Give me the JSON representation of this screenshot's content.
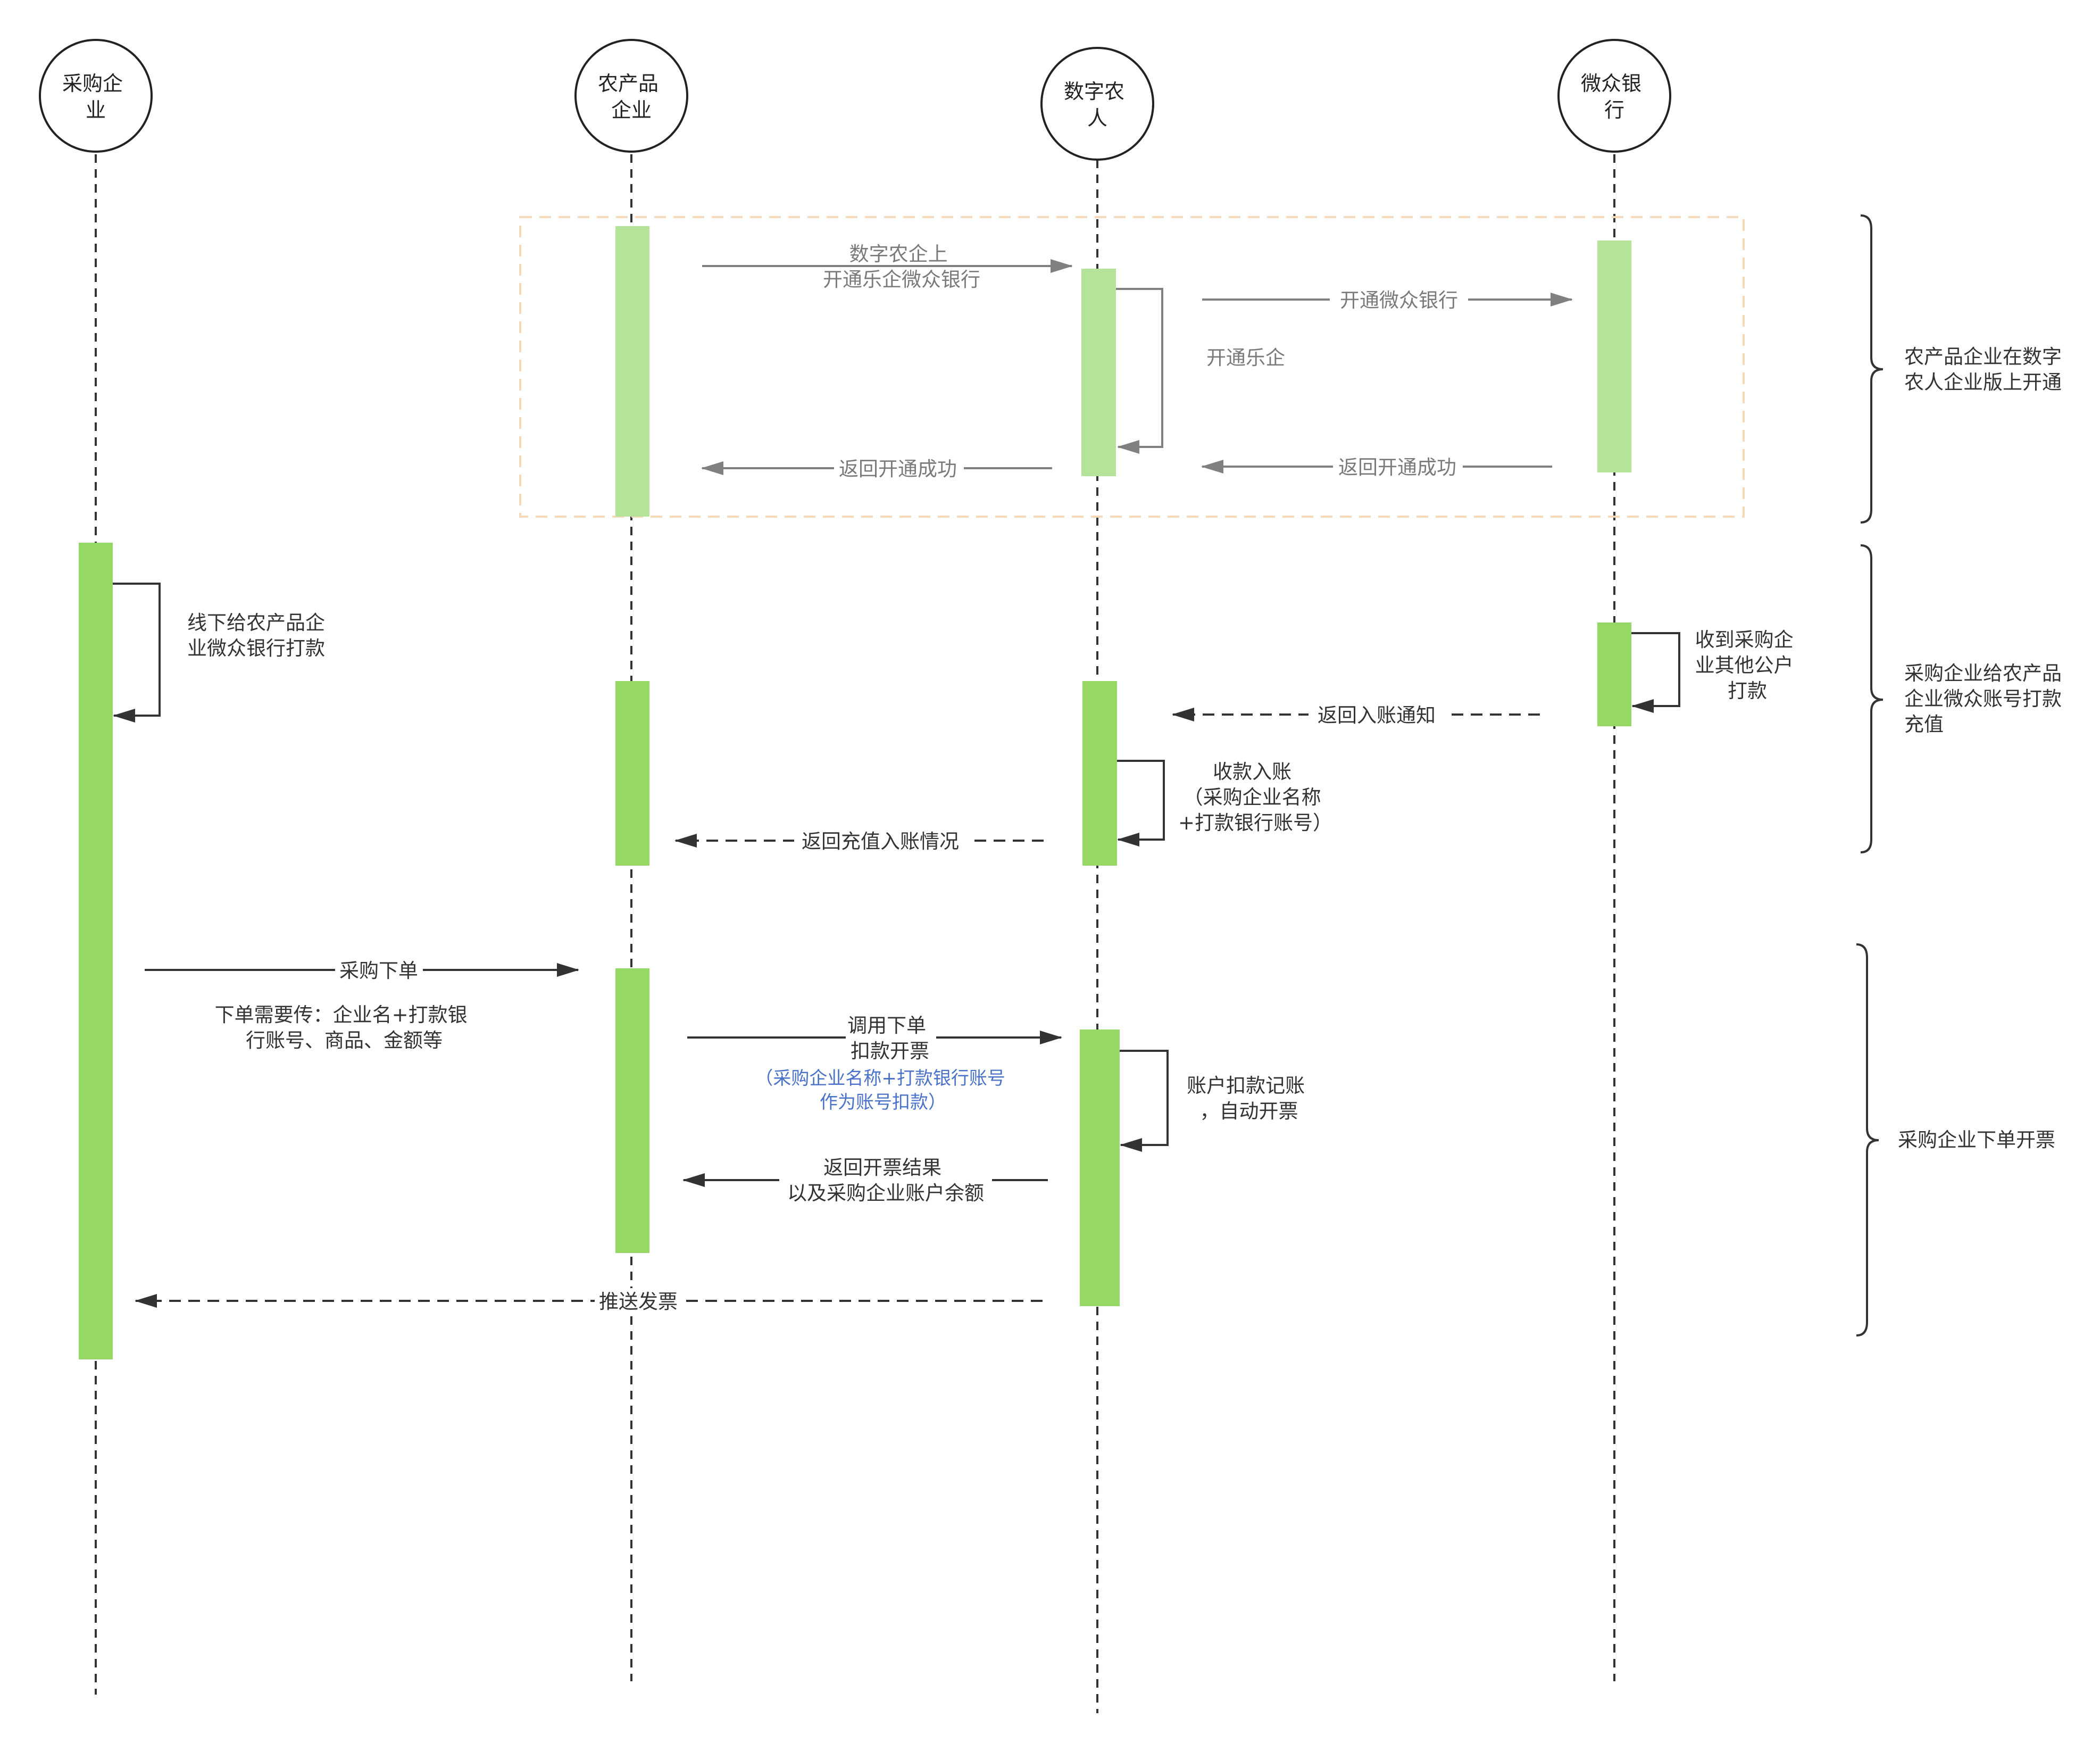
{
  "participants": [
    {
      "id": "buyer",
      "label_lines": [
        "采购企",
        "业"
      ]
    },
    {
      "id": "agri",
      "label_lines": [
        "农产品",
        "企业"
      ]
    },
    {
      "id": "digital",
      "label_lines": [
        "数字农",
        "人"
      ]
    },
    {
      "id": "bank",
      "label_lines": [
        "微众银",
        "行"
      ]
    }
  ],
  "messages": {
    "m1": {
      "lines": [
        "数字农企上",
        "开通乐企微众银行"
      ]
    },
    "m2": {
      "lines": [
        "开通微众银行"
      ]
    },
    "m3": {
      "lines": [
        "开通乐企"
      ]
    },
    "m4": {
      "lines": [
        "返回开通成功"
      ]
    },
    "m5": {
      "lines": [
        "返回开通成功"
      ]
    },
    "m6": {
      "lines": [
        "线下给农产品企",
        "业微众银行打款"
      ]
    },
    "m7": {
      "lines": [
        "收到采购企",
        "业其他公户",
        "打款"
      ]
    },
    "m8": {
      "lines": [
        "返回入账通知"
      ]
    },
    "m9": {
      "lines": [
        "收款入账",
        "（采购企业名称",
        "+打款银行账号）"
      ]
    },
    "m10": {
      "lines": [
        "返回充值入账情况"
      ]
    },
    "m11": {
      "lines": [
        "采购下单"
      ]
    },
    "m11_note": {
      "lines": [
        "下单需要传：企业名+打款银",
        "行账号、商品、金额等"
      ]
    },
    "m12": {
      "lines": [
        "调用下单",
        "扣款开票"
      ]
    },
    "m12_note": {
      "lines": [
        "（采购企业名称+打款银行账号",
        "作为账号扣款）"
      ]
    },
    "m13": {
      "lines": [
        "账户扣款记账",
        "，自动开票"
      ]
    },
    "m14": {
      "lines": [
        "返回开票结果",
        "以及采购企业账户余额"
      ]
    },
    "m15": {
      "lines": [
        "推送发票"
      ]
    }
  },
  "phases": [
    {
      "id": "phase1",
      "lines": [
        "农产品企业在数字",
        "农人企业版上开通"
      ]
    },
    {
      "id": "phase2",
      "lines": [
        "采购企业给农产品",
        "企业微众账号打款",
        "充值"
      ]
    },
    {
      "id": "phase3",
      "lines": [
        "采购企业下单开票"
      ]
    }
  ],
  "colors": {
    "activation_light": "#b6e39a",
    "activation": "#95d865",
    "group_border": "#f5d9b8",
    "arrow_gray": "#808080",
    "arrow_dark": "#333333",
    "note_blue": "#4a72c8"
  }
}
